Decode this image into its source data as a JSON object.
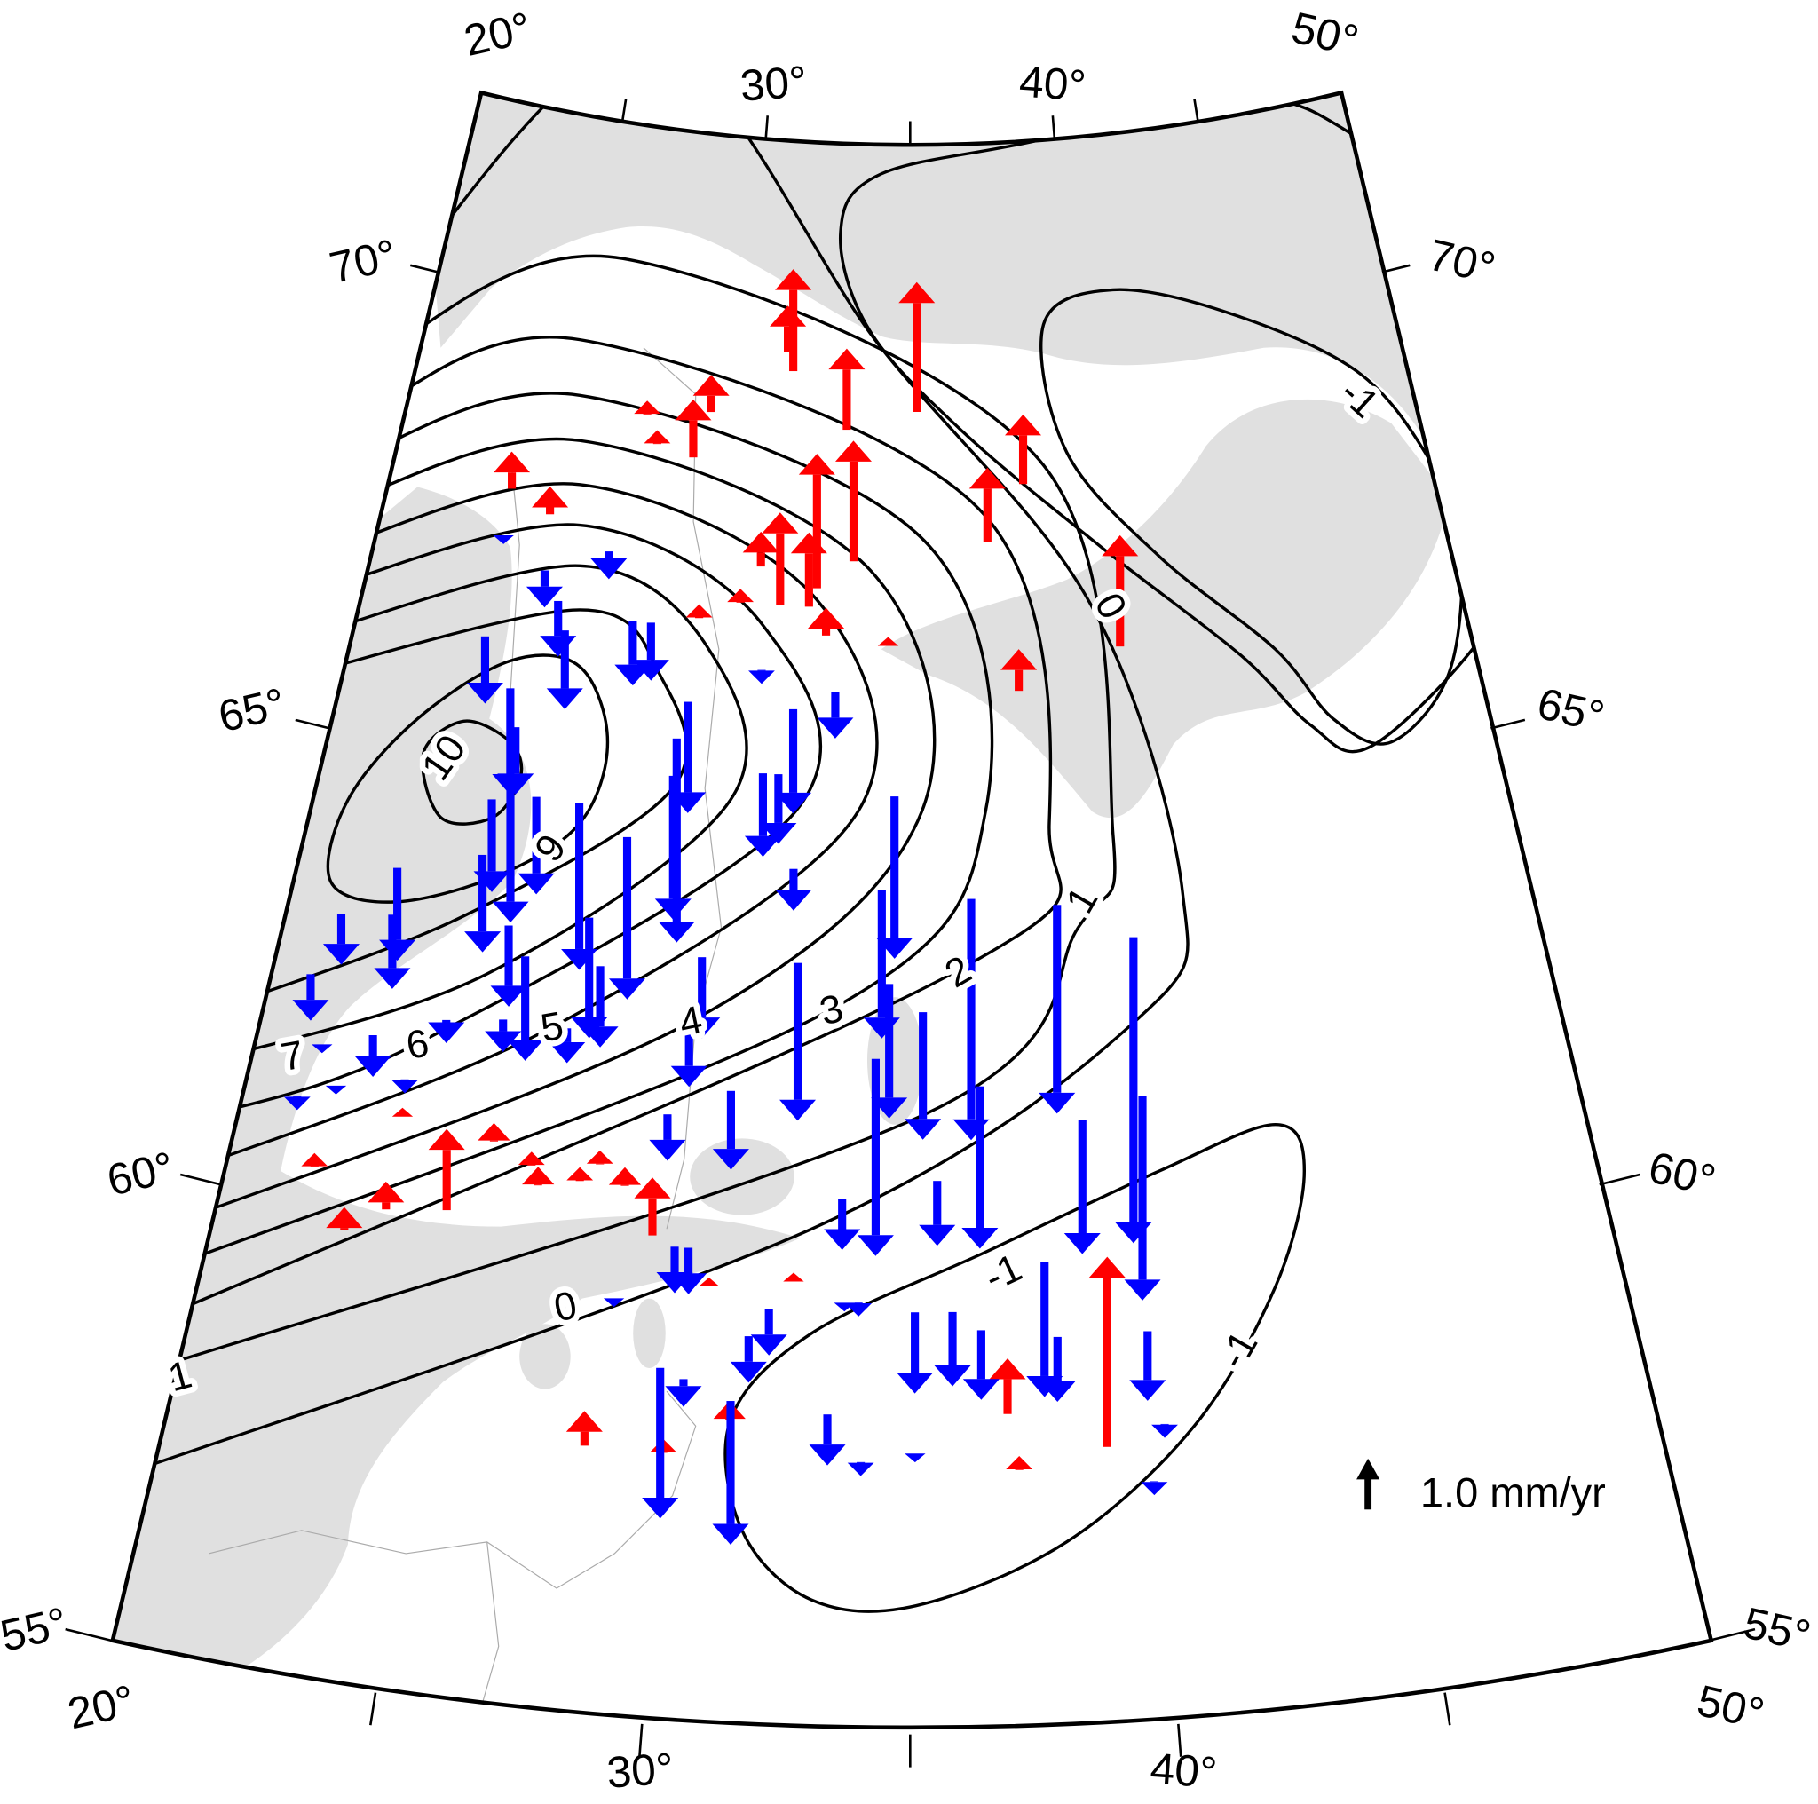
{
  "map": {
    "longitude_labels_top": [
      "20°",
      "30°",
      "40°",
      "50°"
    ],
    "longitude_labels_bottom": [
      "20°",
      "30°",
      "40°",
      "50°"
    ],
    "latitude_labels_left": [
      "55°",
      "60°",
      "65°",
      "70°"
    ],
    "latitude_labels_right": [
      "55°",
      "60°",
      "65°",
      "70°"
    ],
    "extent": {
      "lon_min": 20,
      "lon_max": 50,
      "lat_min": 55,
      "lat_max": 72
    }
  },
  "contour_labels": {
    "c10": "10",
    "c9": "9",
    "c7": "7",
    "c6": "6",
    "c5": "5",
    "c4": "4",
    "c3": "3",
    "c2": "2",
    "c1": "1",
    "c1_west": "1",
    "c0_north": "0",
    "c0_south": "0",
    "cm1_north": "-1",
    "cm1_south": "-1",
    "cm1_east": "-1"
  },
  "legend": {
    "label": "1.0 mm/yr",
    "reference_value_mm_yr": 1.0
  },
  "colors": {
    "uplift": "#ff0000",
    "subsidence": "#0000ff",
    "water": "#e0e0e0",
    "land": "#ffffff"
  },
  "station_fields": [
    "lon",
    "lat",
    "vertical_velocity_mm_yr"
  ],
  "stations": [
    [
      31.4,
      69.5,
      2.2
    ],
    [
      31.2,
      69.7,
      1.0
    ],
    [
      35.2,
      69.1,
      2.8
    ],
    [
      33.1,
      68.9,
      1.75
    ],
    [
      33.4,
      67.5,
      2.6
    ],
    [
      38.3,
      68.3,
      1.5
    ],
    [
      37.2,
      67.7,
      1.6
    ],
    [
      40.7,
      66.5,
      2.4
    ],
    [
      32.4,
      67.2,
      2.9
    ],
    [
      32.2,
      67.0,
      1.6
    ],
    [
      31.4,
      67.0,
      2.0
    ],
    [
      30.8,
      67.4,
      0.75
    ],
    [
      29.0,
      69.0,
      0.8
    ],
    [
      28.6,
      68.5,
      1.25
    ],
    [
      23.5,
      67.9,
      0.8
    ],
    [
      24.7,
      67.7,
      0.6
    ],
    [
      27.1,
      68.9,
      0.3
    ],
    [
      27.5,
      68.6,
      0.3
    ],
    [
      30.3,
      67.0,
      0.3
    ],
    [
      29.2,
      66.8,
      0.3
    ],
    [
      32.7,
      66.7,
      0.6
    ],
    [
      34.4,
      66.6,
      0.2
    ],
    [
      37.9,
      66.1,
      0.9
    ],
    [
      24.9,
      60.2,
      1.75
    ],
    [
      23.6,
      60.1,
      0.6
    ],
    [
      22.8,
      59.8,
      0.5
    ],
    [
      21.9,
      60.4,
      0.3
    ],
    [
      23.6,
      61.1,
      0.2
    ],
    [
      25.7,
      61.0,
      0.4
    ],
    [
      26.6,
      60.8,
      0.3
    ],
    [
      28.1,
      60.9,
      0.3
    ],
    [
      26.8,
      60.6,
      0.4
    ],
    [
      27.7,
      60.7,
      0.3
    ],
    [
      28.7,
      60.7,
      0.4
    ],
    [
      29.4,
      60.2,
      1.25
    ],
    [
      32.5,
      59.8,
      0.2
    ],
    [
      39.0,
      58.0,
      4.1
    ],
    [
      37.0,
      58.4,
      1.2
    ],
    [
      37.2,
      57.8,
      0.3
    ],
    [
      28.4,
      57.9,
      0.75
    ],
    [
      30.0,
      57.9,
      0.3
    ],
    [
      31.3,
      58.3,
      0.4
    ],
    [
      30.7,
      59.7,
      0.2
    ],
    [
      23.5,
      67.4,
      -0.2
    ],
    [
      24.8,
      67.1,
      -0.8
    ],
    [
      26.5,
      67.4,
      -0.6
    ],
    [
      25.3,
      66.8,
      -1.2
    ],
    [
      25.6,
      66.5,
      -1.7
    ],
    [
      27.4,
      66.7,
      -1.4
    ],
    [
      27.9,
      66.7,
      -1.25
    ],
    [
      31.0,
      66.3,
      -0.3
    ],
    [
      23.5,
      66.3,
      -1.45
    ],
    [
      24.4,
      65.8,
      -2.3
    ],
    [
      24.7,
      65.4,
      -1.45
    ],
    [
      29.1,
      65.9,
      -2.4
    ],
    [
      33.0,
      66.1,
      -1.0
    ],
    [
      31.9,
      65.9,
      -2.25
    ],
    [
      31.2,
      65.2,
      -1.8
    ],
    [
      31.6,
      65.2,
      -1.5
    ],
    [
      25.5,
      64.7,
      -2.1
    ],
    [
      24.4,
      64.6,
      -2.0
    ],
    [
      24.4,
      64.0,
      -2.1
    ],
    [
      24.8,
      64.8,
      -3.0
    ],
    [
      28.9,
      65.1,
      -3.1
    ],
    [
      28.9,
      65.5,
      -4.4
    ],
    [
      32.1,
      64.2,
      -0.9
    ],
    [
      34.6,
      65.0,
      -3.5
    ],
    [
      26.6,
      64.7,
      -3.6
    ],
    [
      27.9,
      64.4,
      -3.5
    ],
    [
      27.2,
      63.5,
      -2.6
    ],
    [
      27.6,
      63.0,
      -1.75
    ],
    [
      25.8,
      63.0,
      -2.25
    ],
    [
      25.3,
      63.3,
      -1.75
    ],
    [
      22.4,
      63.7,
      -2.0
    ],
    [
      22.5,
      63.2,
      -1.6
    ],
    [
      21.3,
      63.1,
      -1.1
    ],
    [
      20.9,
      62.4,
      -1.0
    ],
    [
      24.2,
      62.2,
      -0.5
    ],
    [
      25.5,
      62.3,
      -0.7
    ],
    [
      27.0,
      62.3,
      -0.75
    ],
    [
      22.6,
      61.9,
      -0.9
    ],
    [
      21.5,
      61.7,
      -0.2
    ],
    [
      22.0,
      61.3,
      -0.2
    ],
    [
      23.5,
      61.5,
      -0.3
    ],
    [
      21.2,
      61.1,
      -0.3
    ],
    [
      30.0,
      63.2,
      -1.75
    ],
    [
      29.8,
      62.6,
      -1.6
    ],
    [
      34.3,
      64.0,
      -3.2
    ],
    [
      34.5,
      63.0,
      -2.9
    ],
    [
      32.3,
      63.2,
      -3.4
    ],
    [
      35.3,
      62.7,
      -2.75
    ],
    [
      36.5,
      63.9,
      -5.2
    ],
    [
      36.6,
      61.9,
      -3.5
    ],
    [
      38.6,
      63.8,
      -4.5
    ],
    [
      38.9,
      61.5,
      -2.9
    ],
    [
      40.4,
      63.4,
      -6.6
    ],
    [
      40.3,
      61.7,
      -4.4
    ],
    [
      34.2,
      62.2,
      -4.25
    ],
    [
      35.6,
      60.9,
      -1.4
    ],
    [
      33.5,
      60.7,
      -1.1
    ],
    [
      29.5,
      61.5,
      -1.0
    ],
    [
      30.9,
      61.8,
      -1.7
    ],
    [
      29.9,
      60.1,
      -1.0
    ],
    [
      30.2,
      60.1,
      -1.0
    ],
    [
      28.7,
      59.5,
      -0.2
    ],
    [
      33.6,
      59.6,
      -0.2
    ],
    [
      33.9,
      59.6,
      -0.3
    ],
    [
      32.0,
      59.5,
      -1.0
    ],
    [
      31.6,
      59.2,
      -1.0
    ],
    [
      35.1,
      59.5,
      -1.75
    ],
    [
      35.9,
      59.5,
      -1.6
    ],
    [
      36.5,
      59.3,
      -1.5
    ],
    [
      37.9,
      60.0,
      -2.9
    ],
    [
      38.1,
      59.2,
      -1.4
    ],
    [
      40.0,
      59.2,
      -1.5
    ],
    [
      30.3,
      58.7,
      -0.6
    ],
    [
      29.8,
      58.8,
      -3.25
    ],
    [
      31.3,
      58.5,
      -3.1
    ],
    [
      33.3,
      58.4,
      -1.1
    ],
    [
      34.0,
      57.9,
      -0.3
    ],
    [
      35.1,
      58.0,
      -0.2
    ],
    [
      39.9,
      57.6,
      -0.3
    ],
    [
      40.2,
      58.2,
      -0.3
    ]
  ]
}
